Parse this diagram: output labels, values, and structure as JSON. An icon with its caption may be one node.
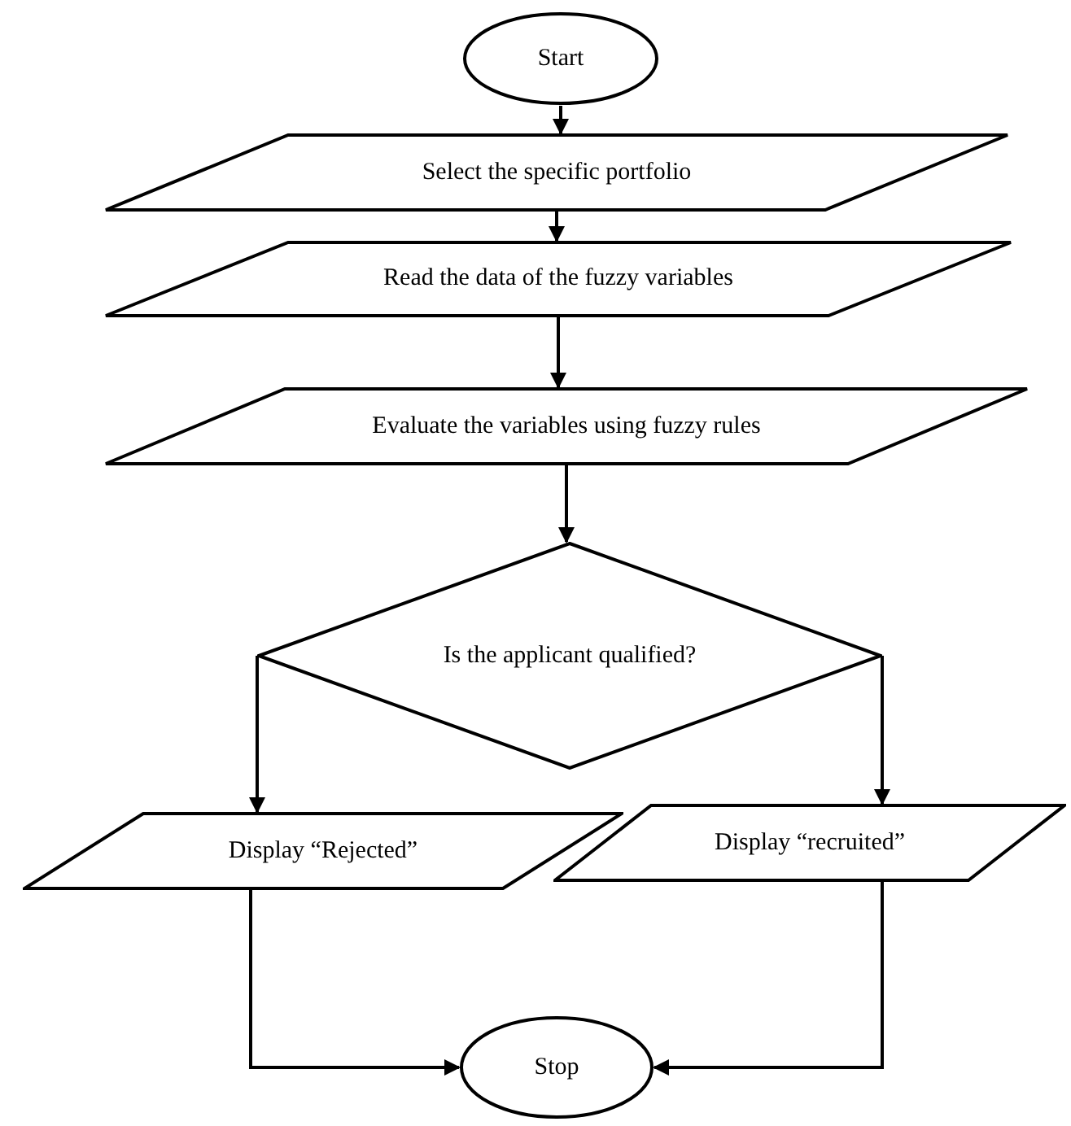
{
  "diagram": {
    "nodes": [
      {
        "text": [
          "Start"
        ]
      },
      {
        "text": [
          "Select the specific portfolio"
        ]
      },
      {
        "text": [
          "Read the data of the fuzzy variables"
        ]
      },
      {
        "text": [
          "Evaluate the variables using fuzzy rules"
        ]
      },
      {
        "text": [
          "Is the applicant qualified?"
        ]
      },
      {
        "text": [
          "Display “Rejected”"
        ]
      },
      {
        "text": [
          "Display “recruited”"
        ]
      },
      {
        "text": [
          "Stop"
        ]
      }
    ],
    "edges": [
      {
        "from": 0,
        "to": 1,
        "arrow": "to"
      },
      {
        "from": 1,
        "to": 2,
        "arrow": "to"
      },
      {
        "from": 2,
        "to": 3,
        "arrow": "to"
      },
      {
        "from": 3,
        "to": 4,
        "arrow": "to"
      },
      {
        "from": 4,
        "to": 5,
        "arrow": "to"
      },
      {
        "from": 4,
        "to": 6,
        "arrow": "to"
      },
      {
        "from": 5,
        "to": 7,
        "arrow": "to"
      },
      {
        "from": 6,
        "to": 7,
        "arrow": "to"
      }
    ]
  }
}
